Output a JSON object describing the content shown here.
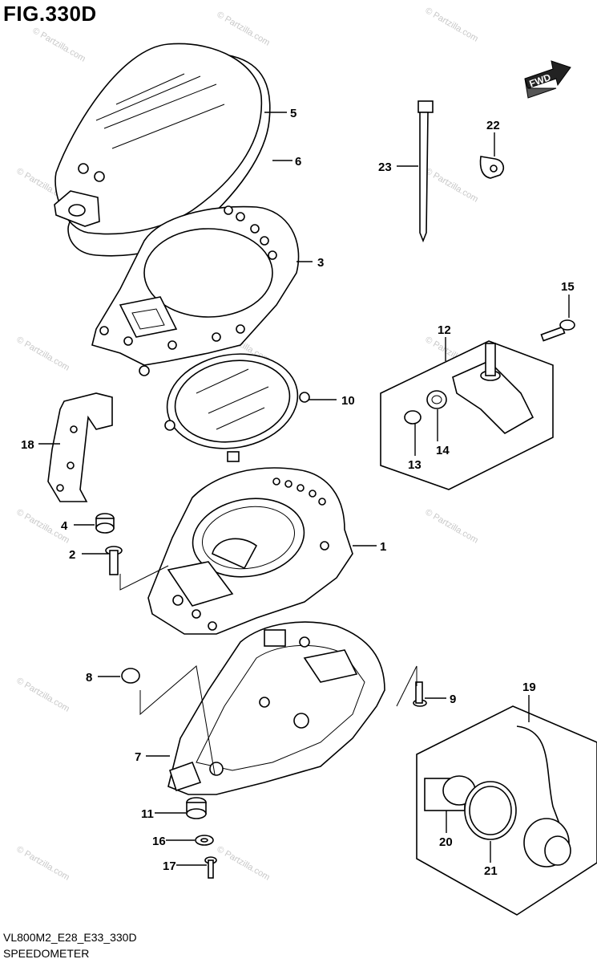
{
  "figure": {
    "title": "FIG.330D",
    "code": "VL800M2_E28_E33_330D",
    "name": "SPEEDOMETER",
    "direction_label": "FWD",
    "watermark": "© Partzilla.com"
  },
  "callouts": [
    {
      "id": "c1",
      "label": "1"
    },
    {
      "id": "c2",
      "label": "2"
    },
    {
      "id": "c3",
      "label": "3"
    },
    {
      "id": "c4",
      "label": "4"
    },
    {
      "id": "c5",
      "label": "5"
    },
    {
      "id": "c6",
      "label": "6"
    },
    {
      "id": "c7",
      "label": "7"
    },
    {
      "id": "c8",
      "label": "8"
    },
    {
      "id": "c9",
      "label": "9"
    },
    {
      "id": "c10",
      "label": "10"
    },
    {
      "id": "c11",
      "label": "11"
    },
    {
      "id": "c12",
      "label": "12"
    },
    {
      "id": "c13",
      "label": "13"
    },
    {
      "id": "c14",
      "label": "14"
    },
    {
      "id": "c15",
      "label": "15"
    },
    {
      "id": "c16",
      "label": "16"
    },
    {
      "id": "c17",
      "label": "17"
    },
    {
      "id": "c18",
      "label": "18"
    },
    {
      "id": "c19",
      "label": "19"
    },
    {
      "id": "c20",
      "label": "20"
    },
    {
      "id": "c21",
      "label": "21"
    },
    {
      "id": "c22",
      "label": "22"
    },
    {
      "id": "c23",
      "label": "23"
    }
  ]
}
